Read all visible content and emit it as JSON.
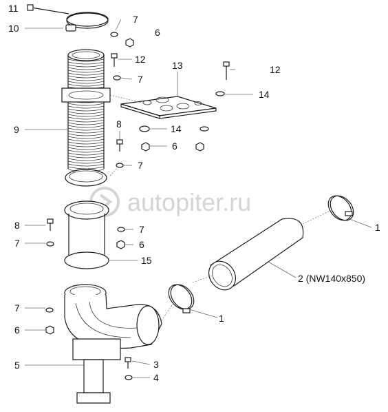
{
  "watermark": "autopiter.ru",
  "callouts": {
    "c11": "11",
    "c10": "10",
    "c7a": "7",
    "c6a": "6",
    "c12a": "12",
    "c7b": "7",
    "c13": "13",
    "c12b": "12",
    "c14a": "14",
    "c9": "9",
    "c8a": "8",
    "c14b": "14",
    "c6b": "6",
    "c7c": "7",
    "c1a": "1",
    "c8b": "8",
    "c7d": "7",
    "c7e": "7",
    "c6c": "6",
    "c15": "15",
    "c2": "2 (NW140x850)",
    "c7f": "7",
    "c1b": "1",
    "c6d": "6",
    "c5": "5",
    "c3": "3",
    "c4": "4"
  },
  "colors": {
    "line": "#1a1a1a",
    "watermark": "#d4d4d4",
    "leader": "#777777"
  }
}
